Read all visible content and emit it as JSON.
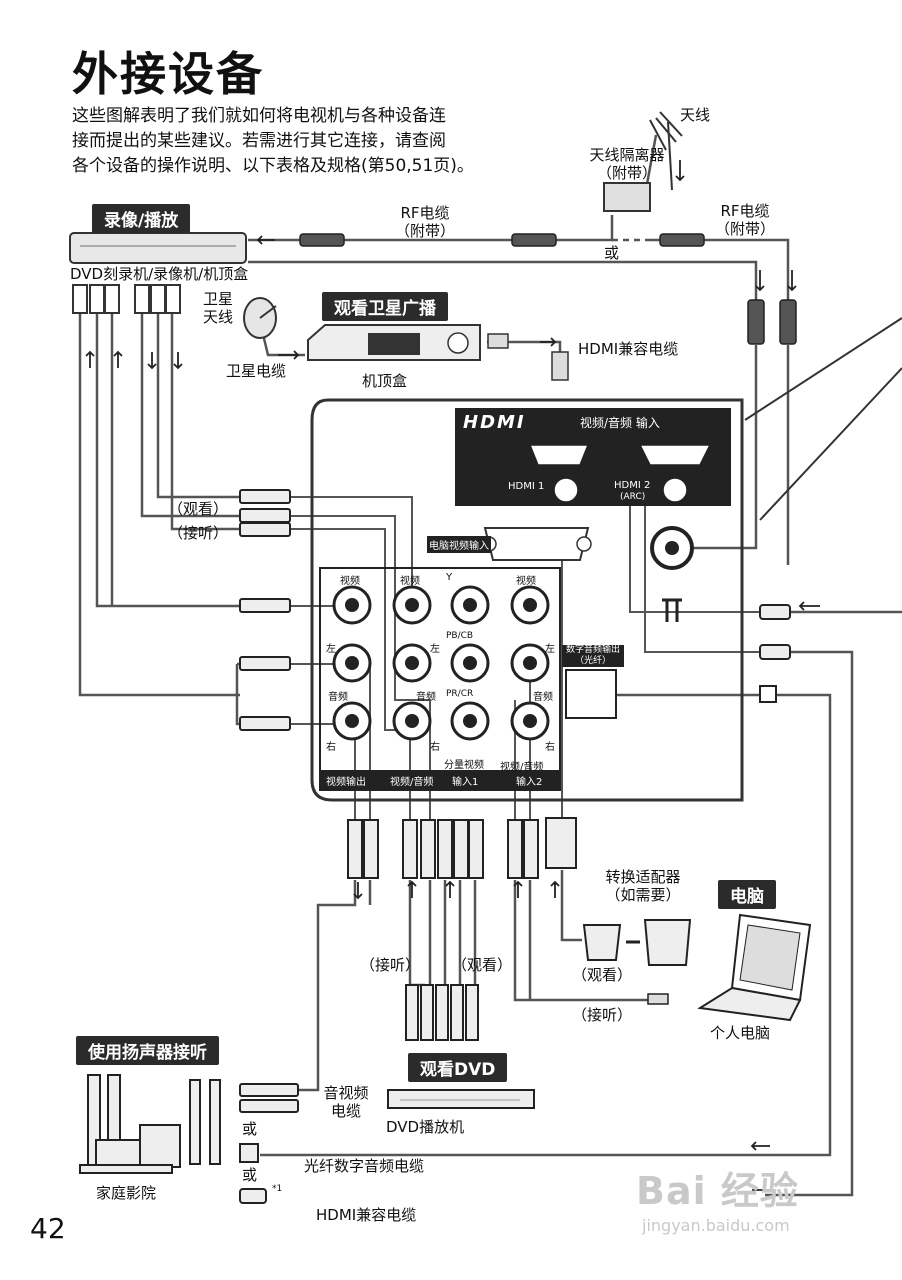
{
  "title": "外接设备",
  "intro": [
    "这些图解表明了我们就如何将电视机与各种设备连",
    "接而提出的某些建议。若需进行其它连接，请查阅",
    "各个设备的操作说明、以下表格及规格(第50,51页)。"
  ],
  "sections": {
    "record": "录像/播放",
    "satellite": "观看卫星广播",
    "pc": "电脑",
    "speaker": "使用扬声器接听",
    "dvd": "观看DVD"
  },
  "labels": {
    "antenna": "天线",
    "antenna_splitter": "天线隔离器",
    "antenna_splitter_note": "（附带）",
    "rf_cable_1": "RF电缆",
    "rf_cable_1_note": "（附带）",
    "rf_cable_2": "RF电缆",
    "rf_cable_2_note": "（附带）",
    "or_top": "或",
    "dvd_recorder": "DVD刻录机/录像机/机顶盒",
    "sat_dish_1": "卫星",
    "sat_dish_2": "天线",
    "sat_cable": "卫星电缆",
    "stb": "机顶盒",
    "hdmi_cable_top": "HDMI兼容电缆",
    "watch": "（观看）",
    "listen": "（接听）",
    "adapter": "转换适配器",
    "adapter_note": "（如需要）",
    "pc_watch": "（观看）",
    "pc_listen": "（接听）",
    "pc": "个人电脑",
    "dvd_listen": "（接听）",
    "dvd_watch": "（观看）",
    "av_cable_1": "音视频",
    "av_cable_2": "电缆",
    "or_1": "或",
    "or_2": "或",
    "optical_cable": "光纤数字音频电缆",
    "home_theater": "家庭影院",
    "hdmi_cable_bottom": "HDMI兼容电缆",
    "note_mark": "*1",
    "dvd_player": "DVD播放机",
    "page_number": "42"
  },
  "panel": {
    "hdmi_logo": "HDMI",
    "av_in": "视频/音频  输入",
    "hdmi1": "HDMI 1",
    "hdmi2": "HDMI 2",
    "arc": "(ARC)",
    "pc_in": "电脑视频输入",
    "optical_out_1": "数字音频输出",
    "optical_out_2": "（光纤）",
    "col1_video": "视频",
    "col2_video": "视频",
    "col3_y": "Y",
    "col4_video": "视频",
    "left1": "左",
    "left2": "左",
    "left3": "左",
    "pb": "PB/CB",
    "pr": "PR/CR",
    "audio1": "音频",
    "audio2": "音频",
    "audio3": "音频",
    "right1": "右",
    "right2": "右",
    "right3": "右",
    "component": "分量视频",
    "bottom_1": "视频输出",
    "bottom_2": "视频/音频",
    "bottom_3": "输入1",
    "bottom_4": "视频/音频",
    "bottom_5": "输入2"
  },
  "watermark": {
    "brand": "Bai 经验",
    "url": "jingyan.baidu.com"
  }
}
